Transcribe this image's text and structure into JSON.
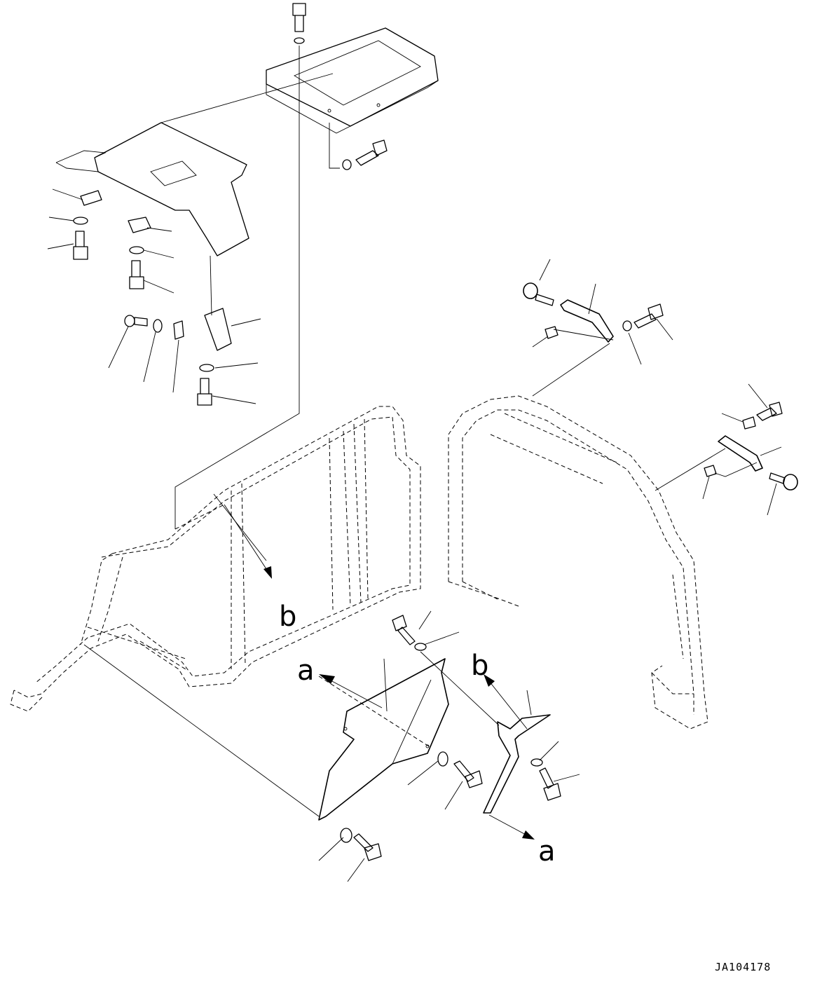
{
  "view_labels": {
    "a_left": "a",
    "a_right": "a",
    "b_center": "b",
    "b_right": "b"
  },
  "drawing_number": "JA104178",
  "colors": {
    "line": "#000000",
    "background": "#ffffff"
  }
}
